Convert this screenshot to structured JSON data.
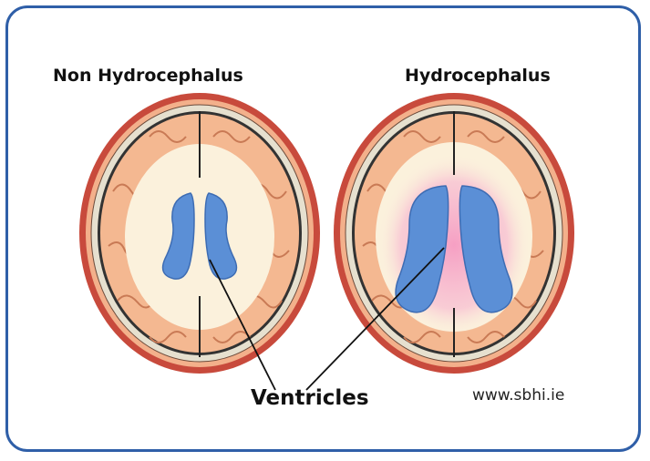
{
  "titles": {
    "left": "Non Hydrocephalus",
    "right": "Hydrocephalus"
  },
  "labels": {
    "ventricles": "Ventricles",
    "website": "www.sbhi.ie"
  },
  "colors": {
    "frame": "#2f5fa8",
    "skin": "#d9574a",
    "brain_tissue": "#f4b891",
    "white_matter": "#fbf1dc",
    "ventricle": "#5b8fd6",
    "pressure_halo": "#f59bc2"
  }
}
